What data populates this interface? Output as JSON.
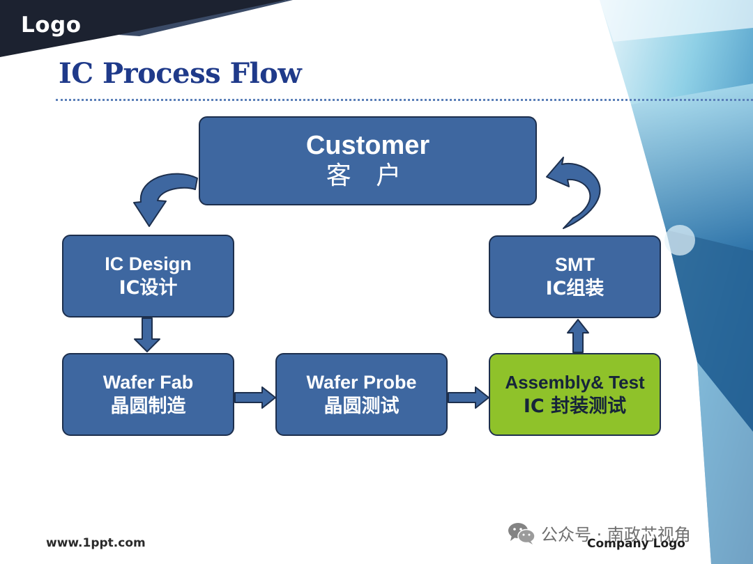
{
  "header": {
    "logo": "Logo",
    "title": "IC Process Flow"
  },
  "nodes": {
    "customer": {
      "en": "Customer",
      "zh": "客 户"
    },
    "ic_design": {
      "en": "IC Design",
      "zh": "IC设计"
    },
    "wafer_fab": {
      "en": "Wafer Fab",
      "zh": "晶圆制造"
    },
    "wafer_probe": {
      "en": "Wafer Probe",
      "zh": "晶圆测试"
    },
    "assembly_test": {
      "en": "Assembly& Test",
      "zh": "IC 封装测试"
    },
    "smt": {
      "en": "SMT",
      "zh": "IC组装"
    }
  },
  "edges": [
    {
      "from": "customer",
      "to": "ic_design"
    },
    {
      "from": "ic_design",
      "to": "wafer_fab"
    },
    {
      "from": "wafer_fab",
      "to": "wafer_probe"
    },
    {
      "from": "wafer_probe",
      "to": "assembly_test"
    },
    {
      "from": "assembly_test",
      "to": "smt"
    },
    {
      "from": "smt",
      "to": "customer"
    }
  ],
  "footer": {
    "url": "www.1ppt.com",
    "company": "Company Logo",
    "watermark": "公众号 · 南政芯视角"
  },
  "colors": {
    "box_fill": "#3e67a0",
    "box_highlight": "#8fc22a",
    "arrow_fill": "#3e67a0",
    "title": "#1f3a8a"
  },
  "icons": {
    "watermark": "wechat-icon"
  }
}
